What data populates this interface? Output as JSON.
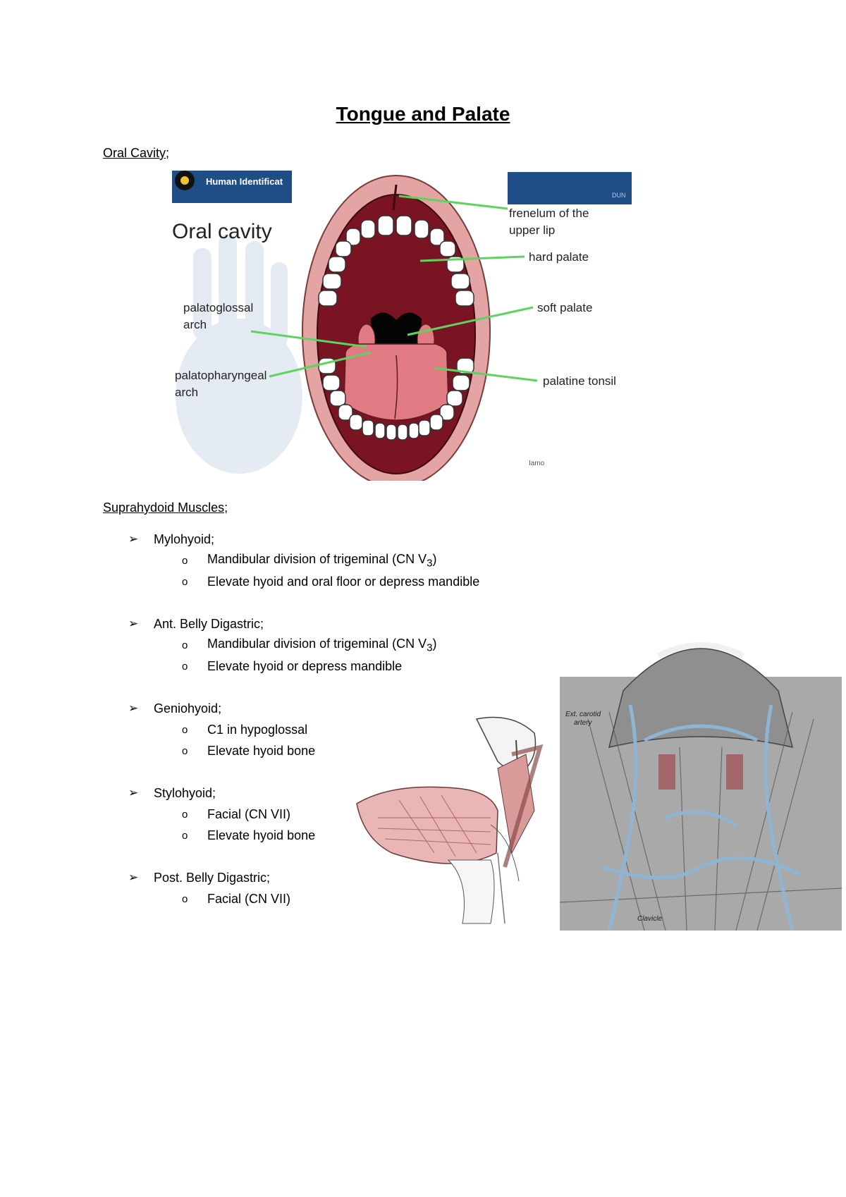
{
  "title": "Tongue and Palate",
  "sections": {
    "oral_cavity": "Oral Cavity;",
    "suprahyoid": "Suprahydoid Muscles;"
  },
  "figure_oral": {
    "banner_left": "Human Identificat",
    "banner_right": "DUN",
    "heading": "Oral cavity",
    "labels": {
      "frenulum_1": "frenelum of the",
      "frenulum_2": "upper lip",
      "hard_palate": "hard palate",
      "soft_palate": "soft palate",
      "palatoglossal_1": "palatoglossal",
      "palatoglossal_2": "arch",
      "palatopharyngeal_1": "palatopharyngeal",
      "palatopharyngeal_2": "arch",
      "palatine_tonsil": "palatine tonsil",
      "credit": "Iamo"
    }
  },
  "figure_neck": {
    "label_1": "Ext. carotid",
    "label_2": "artery",
    "label_3": "Clavicle"
  },
  "muscles": [
    {
      "name": "Mylohyoid;",
      "items": [
        {
          "pre": "Mandibular division of trigeminal (CN V",
          "sub": "3",
          "post": ")"
        },
        {
          "pre": "Elevate hyoid and oral floor or depress mandible",
          "sub": "",
          "post": ""
        }
      ]
    },
    {
      "name": "Ant. Belly Digastric;",
      "items": [
        {
          "pre": "Mandibular division of trigeminal (CN V",
          "sub": "3",
          "post": ")"
        },
        {
          "pre": "Elevate hyoid or depress mandible",
          "sub": "",
          "post": ""
        }
      ]
    },
    {
      "name": "Geniohyoid;",
      "items": [
        {
          "pre": "C1 in hypoglossal",
          "sub": "",
          "post": ""
        },
        {
          "pre": "Elevate hyoid bone",
          "sub": "",
          "post": ""
        }
      ]
    },
    {
      "name": "Stylohyoid;",
      "items": [
        {
          "pre": "Facial (CN VII)",
          "sub": "",
          "post": ""
        },
        {
          "pre": "Elevate hyoid bone",
          "sub": "",
          "post": ""
        }
      ]
    },
    {
      "name": "Post. Belly Digastric;",
      "items": [
        {
          "pre": "Facial (CN VII)",
          "sub": "",
          "post": ""
        }
      ]
    }
  ],
  "bullets": {
    "arrow": "➢",
    "circle": "o"
  },
  "colors": {
    "lip": "#e5a4a4",
    "lip_outline": "#7a3b3b",
    "mouth_interior": "#7a1322",
    "tongue": "#e07b83",
    "label_line": "#5fd35f",
    "banner": "#1f4e86"
  }
}
